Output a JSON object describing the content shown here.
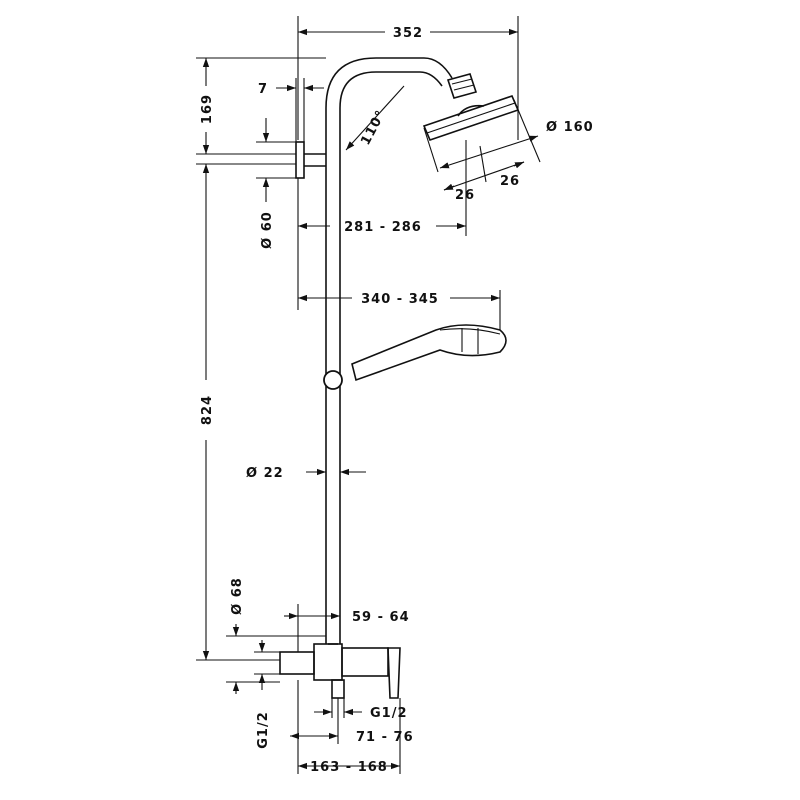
{
  "dimensions": {
    "width_total": "352",
    "height_top": "169",
    "wall_gap": "7",
    "angle": "110°",
    "head_diameter": "Ø 160",
    "nozzle_left": "26",
    "nozzle_right": "26",
    "holder_diameter": "Ø 60",
    "arm_reach": "281 - 286",
    "hand_reach": "340 - 345",
    "height_main": "824",
    "pipe_diameter": "Ø 22",
    "mixer_diameter": "Ø 68",
    "mixer_offset": "59 - 64",
    "thread_outlet": "G1/2",
    "thread_inlet": "G1/2",
    "mixer_depth": "71 - 76",
    "mixer_projection": "163 - 168"
  }
}
